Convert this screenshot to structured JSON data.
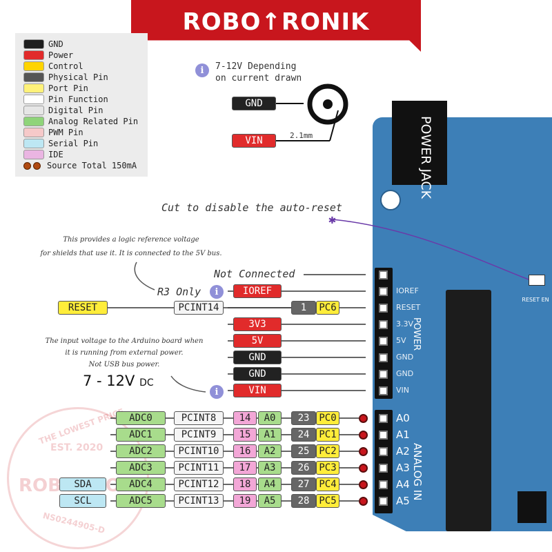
{
  "brand": "ROBO↑RONIK",
  "legend": [
    {
      "label": "GND",
      "color": "#1f1f1f"
    },
    {
      "label": "Power",
      "color": "#e12b2b"
    },
    {
      "label": "Control",
      "color": "#ffd400"
    },
    {
      "label": "Physical Pin",
      "color": "#555555"
    },
    {
      "label": "Port Pin",
      "color": "#fff27a"
    },
    {
      "label": "Pin Function",
      "color": "#ffffff"
    },
    {
      "label": "Digital Pin",
      "color": "#e6e6e6"
    },
    {
      "label": "Analog Related Pin",
      "color": "#8fd47a"
    },
    {
      "label": "PWM Pin",
      "color": "#f6c9c9"
    },
    {
      "label": "Serial Pin",
      "color": "#bde7f3"
    },
    {
      "label": "IDE",
      "color": "#eab5e2"
    }
  ],
  "legend_source": "Source Total 150mA",
  "power_jack": {
    "voltage_note_line1": "7-12V Depending",
    "voltage_note_line2": "on current drawn",
    "gnd": "GND",
    "vin": "VIN",
    "size": "2.1mm",
    "title_line1": "POWER",
    "title_line2": "JACK"
  },
  "cut_note": "Cut to disable the auto-reset",
  "reset_en": "RESET EN",
  "ioref_note_line1": "This provides a logic reference voltage",
  "ioref_note_line2": "for shields that use it. It is connected to the 5V bus.",
  "not_connected": "Not Connected",
  "r3_only": "R3 Only",
  "vin_note_line1": "The input voltage to the Arduino board when",
  "vin_note_line2": "it is running from external power.",
  "vin_note_line3": "Not USB bus power.",
  "vin_range": "7 - 12V",
  "vin_range_unit": "DC",
  "info_glyph": "i",
  "power_pins": [
    {
      "label": "IOREF",
      "board": "IOREF"
    },
    {
      "label": "",
      "board": "RESET",
      "reset": "RESET",
      "pcint": "PCINT14",
      "phys": "1",
      "port": "PC6"
    },
    {
      "label": "3V3",
      "board": "3.3V"
    },
    {
      "label": "5V",
      "board": "5V"
    },
    {
      "label": "GND",
      "board": "GND"
    },
    {
      "label": "GND",
      "board": "GND"
    },
    {
      "label": "VIN",
      "board": "VIN"
    }
  ],
  "power_header_label": "POWER",
  "analog_header_label": "ANALOG IN",
  "analog_pins": [
    {
      "serial": "",
      "adc": "ADC0",
      "pcint": "PCINT8",
      "ide": "14",
      "a": "A0",
      "phys": "23",
      "port": "PC0",
      "board": "A0"
    },
    {
      "serial": "",
      "adc": "ADC1",
      "pcint": "PCINT9",
      "ide": "15",
      "a": "A1",
      "phys": "24",
      "port": "PC1",
      "board": "A1"
    },
    {
      "serial": "",
      "adc": "ADC2",
      "pcint": "PCINT10",
      "ide": "16",
      "a": "A2",
      "phys": "25",
      "port": "PC2",
      "board": "A2"
    },
    {
      "serial": "",
      "adc": "ADC3",
      "pcint": "PCINT11",
      "ide": "17",
      "a": "A3",
      "phys": "26",
      "port": "PC3",
      "board": "A3"
    },
    {
      "serial": "SDA",
      "adc": "ADC4",
      "pcint": "PCINT12",
      "ide": "18",
      "a": "A4",
      "phys": "27",
      "port": "PC4",
      "board": "A4"
    },
    {
      "serial": "SCL",
      "adc": "ADC5",
      "pcint": "PCINT13",
      "ide": "19",
      "a": "A5",
      "phys": "28",
      "port": "PC5",
      "board": "A5"
    }
  ],
  "watermark_line1": "THE LOWEST PRICE",
  "watermark_line2": "EST. 2020",
  "watermark_line3": "ROBO↑RONIK",
  "watermark_line4": "NS0244905-D"
}
